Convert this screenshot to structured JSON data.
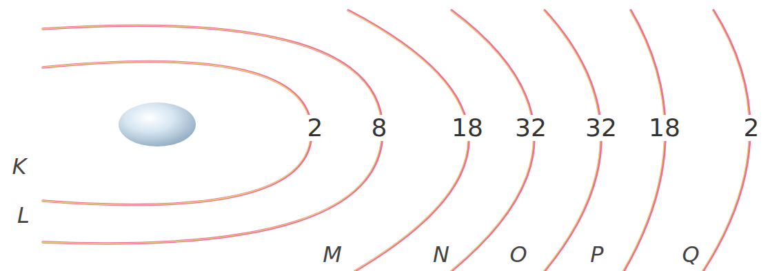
{
  "diagram": {
    "labels": [
      "2",
      "8",
      "18",
      "32",
      "32",
      "18",
      "2",
      "K",
      "L",
      "M",
      "N",
      "O",
      "P",
      "Q"
    ]
  }
}
